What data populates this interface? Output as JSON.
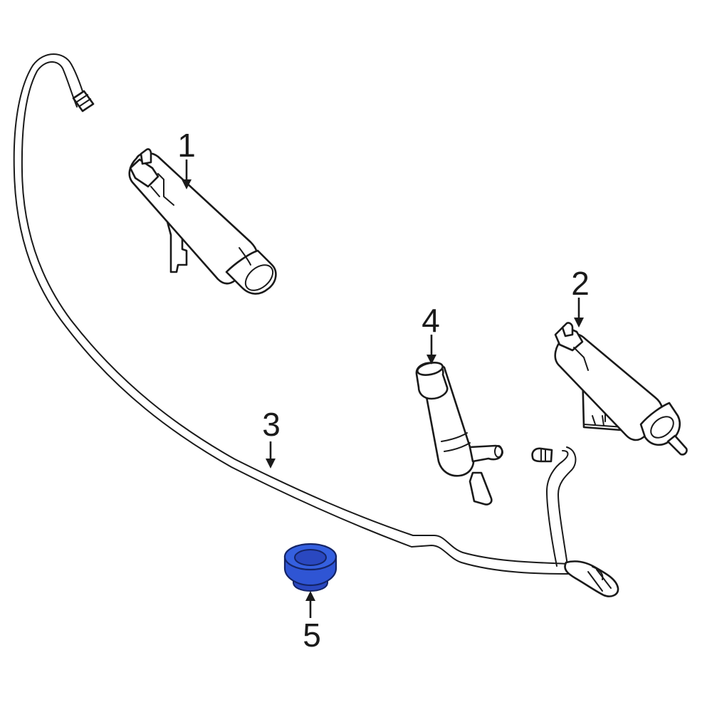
{
  "parts": [
    {
      "id": "part-1",
      "callout": "1",
      "name": "headlamp-washer-nozzle-left",
      "highlighted": false
    },
    {
      "id": "part-2",
      "callout": "2",
      "name": "headlamp-washer-nozzle-right",
      "highlighted": false
    },
    {
      "id": "part-3",
      "callout": "3",
      "name": "washer-hose",
      "highlighted": false
    },
    {
      "id": "part-4",
      "callout": "4",
      "name": "washer-pump",
      "highlighted": false
    },
    {
      "id": "part-5",
      "callout": "5",
      "name": "pump-grommet",
      "highlighted": true
    }
  ],
  "colors": {
    "line": "#1a1a1a",
    "highlight_fill": "#2f55d4",
    "highlight_dark": "#1b2f8a",
    "background": "#ffffff"
  }
}
